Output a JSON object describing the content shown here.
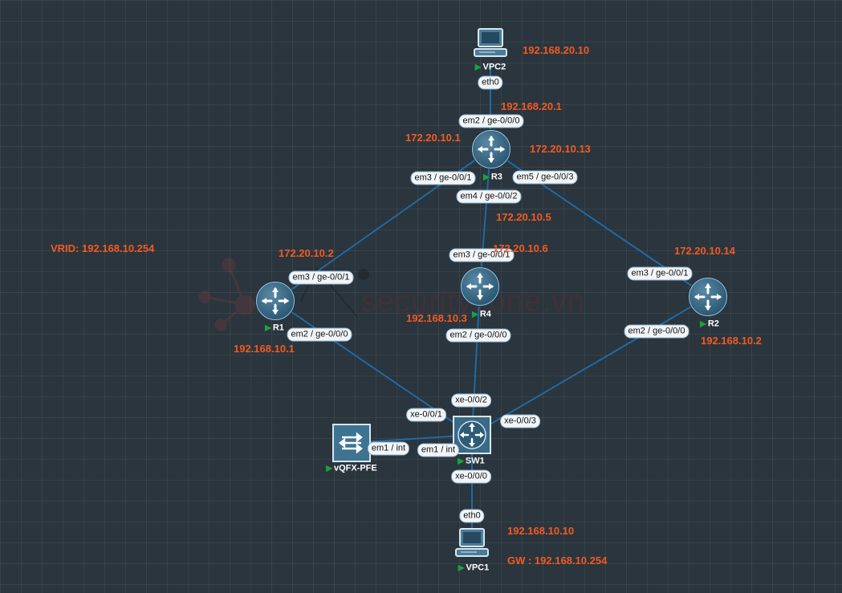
{
  "diagram": {
    "watermark": "securityzone.vn",
    "vrid_note": "VRID: 192.168.10.254",
    "nodes": {
      "vpc2": {
        "label": "VPC2",
        "ip": "192.168.20.10",
        "icon": "desktop-pc-icon"
      },
      "r3": {
        "label": "R3",
        "icon": "router-icon"
      },
      "r1": {
        "label": "R1",
        "icon": "router-icon"
      },
      "r4": {
        "label": "R4",
        "icon": "router-icon"
      },
      "r2": {
        "label": "R2",
        "icon": "router-icon"
      },
      "sw1": {
        "label": "SW1",
        "icon": "switch-icon"
      },
      "vqfx_pfe": {
        "label": "vQFX-PFE",
        "icon": "pfe-switch-icon"
      },
      "vpc1": {
        "label": "VPC1",
        "ip": "192.168.10.10",
        "gw": "GW : 192.168.10.254",
        "icon": "desktop-pc-icon"
      }
    },
    "interfaces": {
      "vpc2_eth0": "eth0",
      "r3_em2": "em2 / ge-0/0/0",
      "r3_em3": "em3 / ge-0/0/1",
      "r3_em4": "em4 / ge-0/0/2",
      "r3_em5": "em5 / ge-0/0/3",
      "r1_em3": "em3 / ge-0/0/1",
      "r1_em2": "em2 / ge-0/0/0",
      "r4_em3": "em3 / ge-0/0/1",
      "r4_em2": "em2 / ge-0/0/0",
      "r2_em3": "em3 / ge-0/0/1",
      "r2_em2": "em2 / ge-0/0/0",
      "sw1_xe1": "xe-0/0/1",
      "sw1_xe2": "xe-0/0/2",
      "sw1_xe3": "xe-0/0/3",
      "sw1_xe0": "xe-0/0/0",
      "sw1_em1": "em1 / int",
      "pfe_em1": "em1 / int",
      "vpc1_eth0": "eth0"
    },
    "ips": {
      "r3_lan": "192.168.20.1",
      "r3_to_r1": "172.20.10.1",
      "r3_to_r2": "172.20.10.13",
      "r3_to_r4": "172.20.10.5",
      "r1_to_r3": "172.20.10.2",
      "r4_to_r3": "172.20.10.6",
      "r2_to_r3": "172.20.10.14",
      "r1_lan": "192.168.10.1",
      "r4_lan": "192.168.10.3",
      "r2_lan": "192.168.10.2"
    },
    "colors": {
      "background": "#2b353d",
      "link": "#1f6aa5",
      "ip_text": "#f25a22",
      "node_label": "#ffffff",
      "running_indicator": "#19a33a"
    }
  }
}
